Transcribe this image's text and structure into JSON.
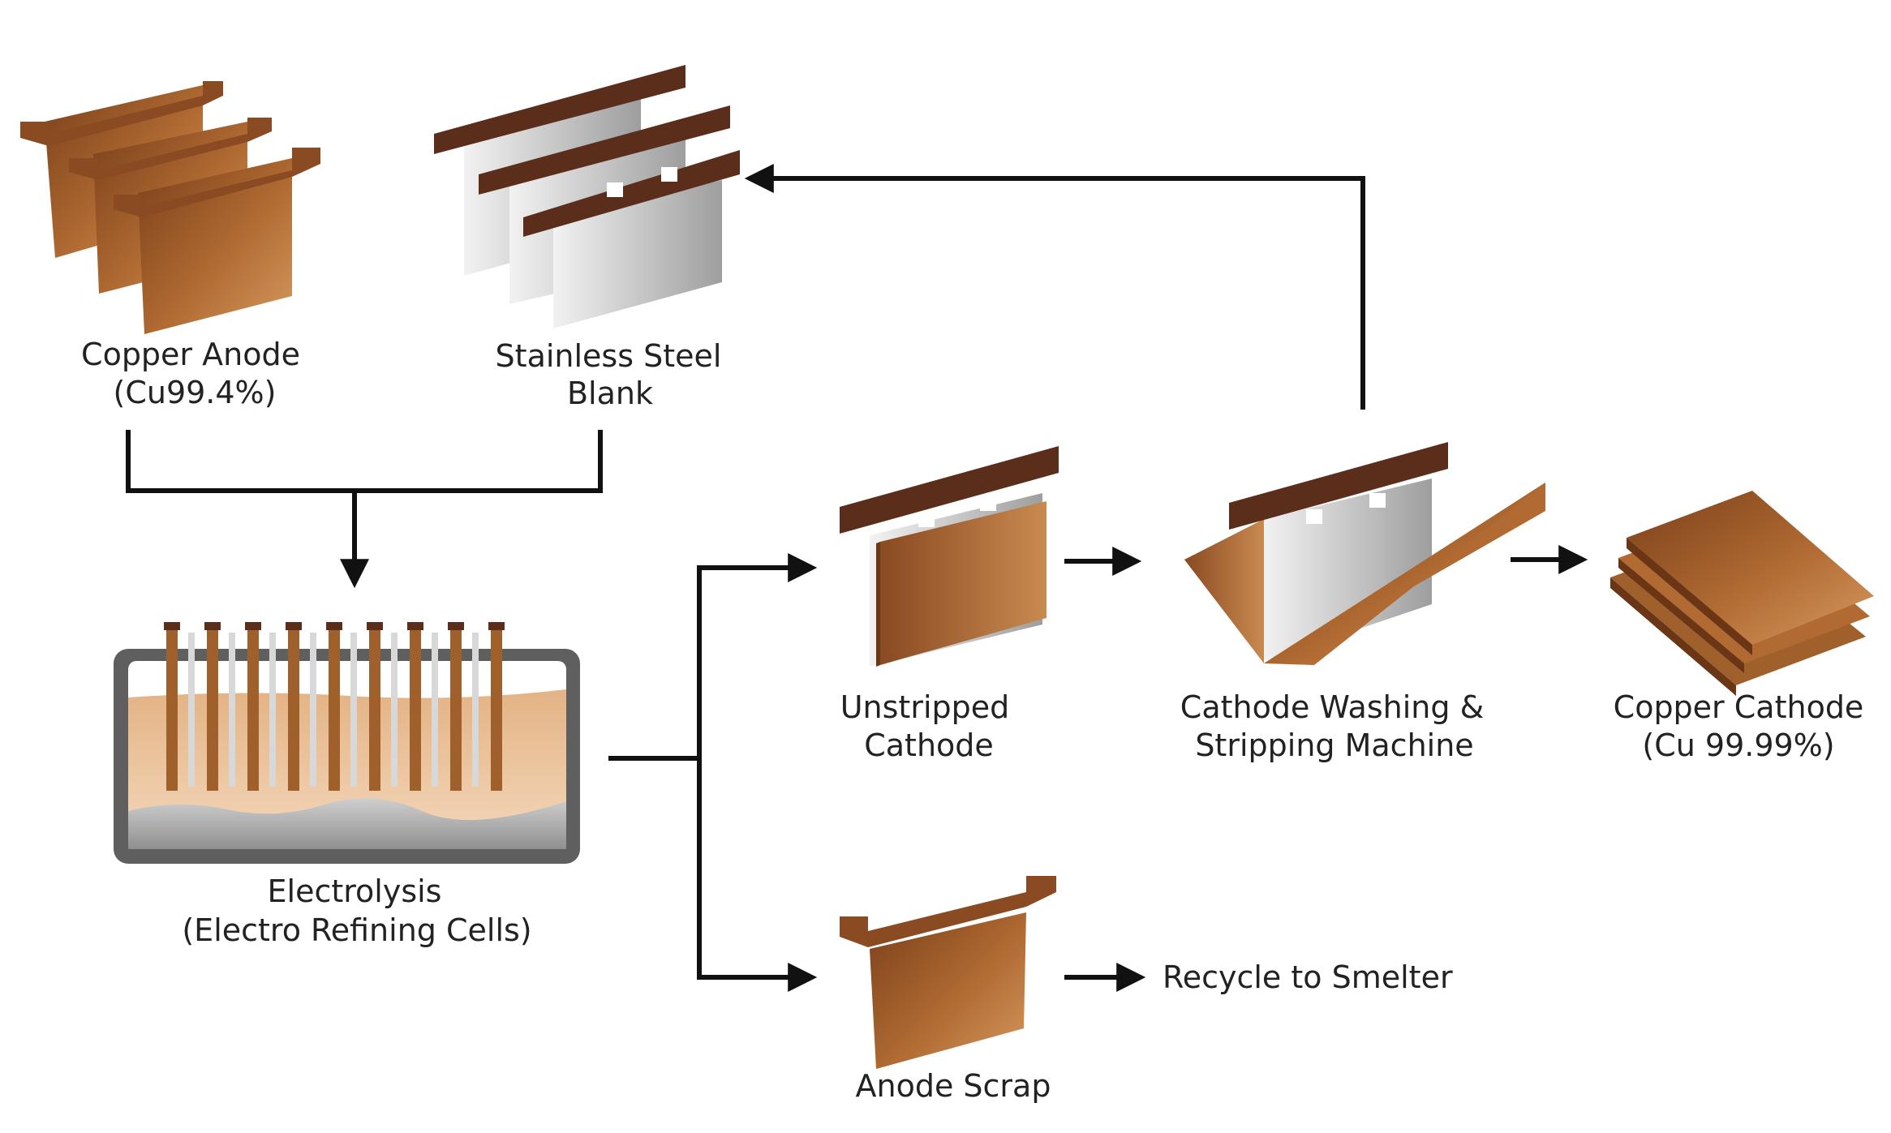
{
  "nodes": {
    "copper_anode": {
      "line1": "Copper Anode",
      "line2": "(Cu99.4%)"
    },
    "steel_blank": {
      "line1": "Stainless Steel",
      "line2": "Blank"
    },
    "electrolysis": {
      "line1": "Electrolysis",
      "line2": "(Electro Refining Cells)"
    },
    "unstripped_cathode": {
      "line1": "Unstripped",
      "line2": "Cathode"
    },
    "washing_machine": {
      "line1": "Cathode Washing &",
      "line2": "Stripping Machine"
    },
    "copper_cathode": {
      "line1": "Copper Cathode",
      "line2": "(Cu 99.99%)"
    },
    "anode_scrap": {
      "label": "Anode Scrap"
    },
    "recycle": {
      "label": "Recycle to Smelter"
    }
  },
  "colors": {
    "copper_dark": "#7a3f1a",
    "copper": "#b06a32",
    "copper_light": "#d69a5f",
    "bar": "#5b2e1c",
    "steel": "#c9c9c9",
    "arrow": "#111111"
  }
}
